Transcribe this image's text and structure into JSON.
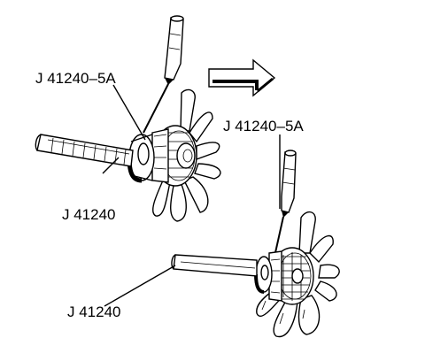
{
  "callouts": {
    "upper_holder_tool": "J 41240–5A",
    "upper_wrench": "J 41240",
    "lower_holder_tool": "J 41240–5A",
    "lower_wrench": "J 41240"
  },
  "step_arrow": {
    "icon": "right-arrow-icon"
  }
}
